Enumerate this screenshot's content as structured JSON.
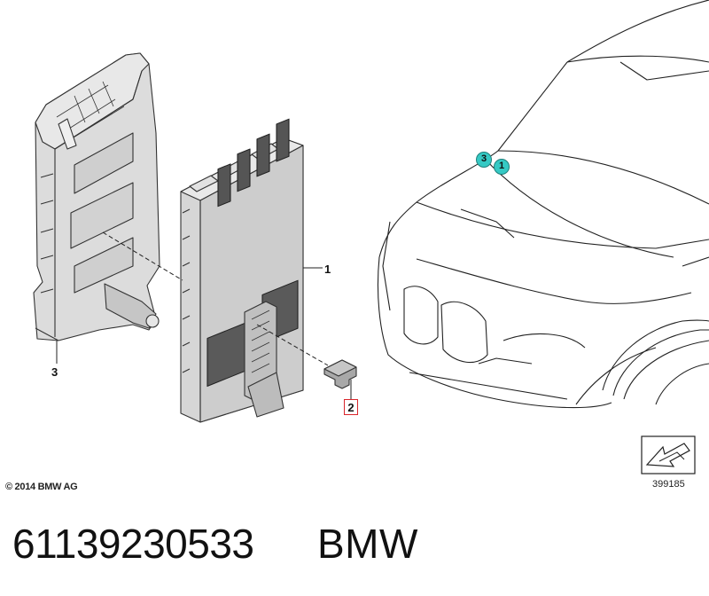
{
  "diagram": {
    "callouts": {
      "c1": "1",
      "c2": "2",
      "c3": "3"
    },
    "location_badges": {
      "b3": "3",
      "b1": "1"
    },
    "badge_color": "#35c9c4",
    "highlight_color": "#d9262c",
    "copyright": "© 2014 BMW AG",
    "diagram_number": "399185",
    "icons": [
      "body-control-module",
      "mounting-bracket",
      "plug-in-fuse",
      "car-front-outline",
      "arrow-pointer-icon"
    ]
  },
  "footer": {
    "part_number": "61139230533",
    "brand": "BMW"
  }
}
